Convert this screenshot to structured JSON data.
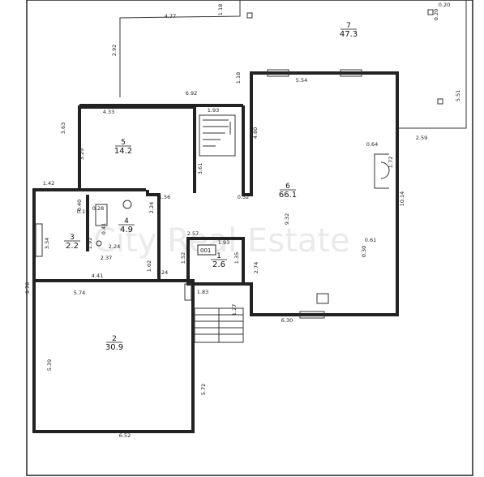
{
  "rooms": [
    {
      "number": "7",
      "area": "47.3"
    },
    {
      "number": "5",
      "area": "14.2"
    },
    {
      "number": "6",
      "area": "66.1"
    },
    {
      "number": "4",
      "area": "4.9"
    },
    {
      "number": "3",
      "area": "2.2"
    },
    {
      "number": "1",
      "area": "2.6"
    },
    {
      "number": "2",
      "area": "30.9"
    }
  ],
  "marker_label": "001",
  "watermark": "City Real Estate",
  "dimensions": [
    "4.77",
    "1.18",
    "0.20",
    "0.20",
    "2.92",
    "5.54",
    "5.51",
    "1.18",
    "6.92",
    "4.33",
    "1.93",
    "3.63",
    "4.80",
    "3.29",
    "0.64",
    "1.72",
    "2.59",
    "3.61",
    "1.42",
    "2.24",
    "0.32",
    "10.14",
    "1.56",
    "0.40",
    "0.15",
    "0.28",
    "0.41",
    "9.32",
    "1.92",
    "3.34",
    "2.24",
    "2.57",
    "0.61",
    "1.93",
    "2.37",
    "0.30",
    "1.52",
    "1.35",
    "1.02",
    "2.74",
    "4.41",
    "1.24",
    "9.78",
    "1.83",
    "5.74",
    "1.27",
    "6.30",
    "5.39",
    "5.72",
    "6.52"
  ]
}
